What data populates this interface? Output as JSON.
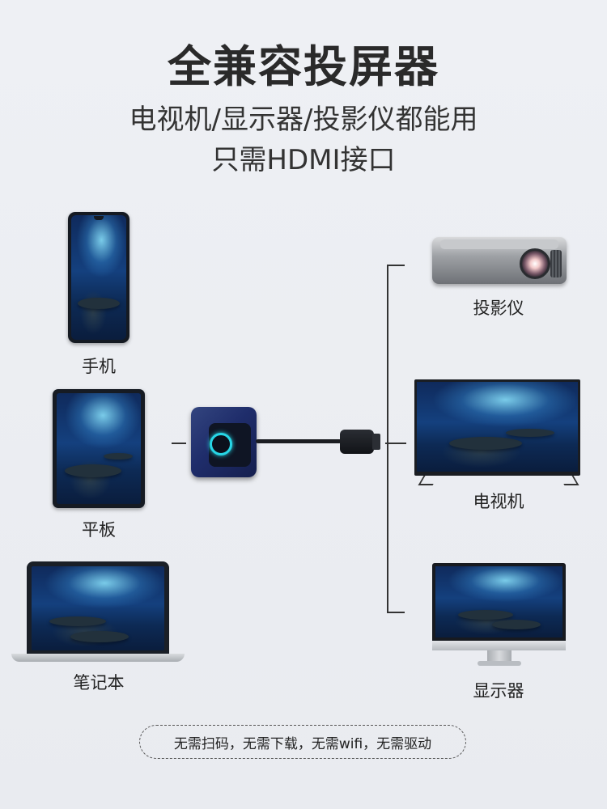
{
  "headline": "全兼容投屏器",
  "subline_1": "电视机/显示器/投影仪都能用",
  "subline_2": "只需HDMI接口",
  "left_devices": {
    "phone": "手机",
    "tablet": "平板",
    "laptop": "笔记本"
  },
  "right_devices": {
    "projector": "投影仪",
    "tv": "电视机",
    "monitor": "显示器"
  },
  "footer_note": "无需扫码，无需下载，无需wifi，无需驱动",
  "colors": {
    "background": "#eceef2",
    "dongle": "#1f2d6b",
    "ring_accent": "#27d6e6",
    "line": "#333333"
  }
}
